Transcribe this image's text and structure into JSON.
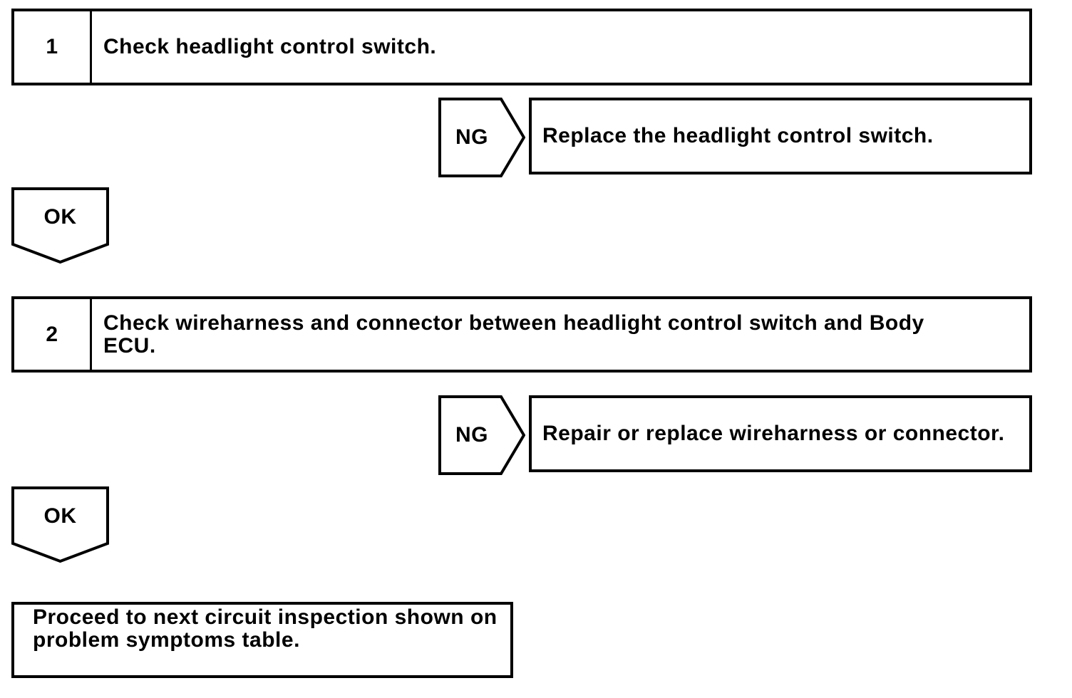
{
  "page": {
    "background": "#ffffff",
    "ink_color": "#000000"
  },
  "flowchart": {
    "steps": [
      {
        "number": "1",
        "instruction": "Check headlight control switch.",
        "ng": {
          "label": "NG",
          "result": "Replace the headlight control switch."
        },
        "ok": {
          "label": "OK"
        }
      },
      {
        "number": "2",
        "instruction": "Check wireharness and connector between headlight control switch and Body ECU.",
        "ng": {
          "label": "NG",
          "result": "Repair or replace wireharness or connector."
        },
        "ok": {
          "label": "OK"
        }
      }
    ],
    "terminal": {
      "text": "Proceed to next circuit inspection shown on problem symptoms table."
    }
  }
}
